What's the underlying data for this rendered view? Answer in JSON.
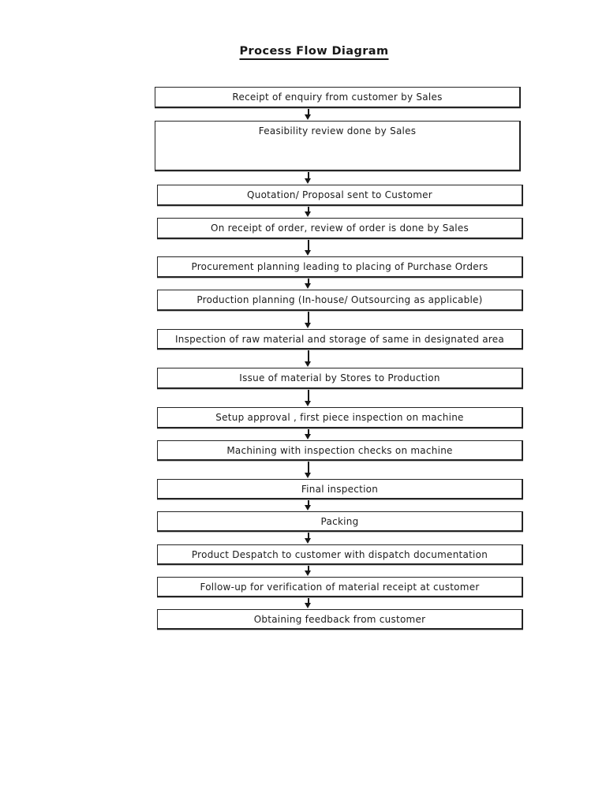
{
  "title": "Process Flow Diagram",
  "colors": {
    "page_background": "#ffffff",
    "box_border": "#242424",
    "text": "#1c1c1c"
  },
  "steps": [
    {
      "label": "Receipt of enquiry from customer by Sales"
    },
    {
      "label": "Feasibility review done by Sales"
    },
    {
      "label": "Quotation/ Proposal sent to Customer"
    },
    {
      "label": "On receipt of order, review of order is done by Sales"
    },
    {
      "label": "Procurement planning leading to placing of Purchase Orders"
    },
    {
      "label": "Production planning (In-house/ Outsourcing as applicable)"
    },
    {
      "label": "Inspection of raw material and storage of same in designated area"
    },
    {
      "label": "Issue of material by Stores to Production"
    },
    {
      "label": "Setup approval , first piece inspection on machine"
    },
    {
      "label": "Machining with inspection checks on machine"
    },
    {
      "label": "Final inspection"
    },
    {
      "label": "Packing"
    },
    {
      "label": "Product Despatch to customer with dispatch documentation"
    },
    {
      "label": "Follow-up for verification of material receipt at customer"
    },
    {
      "label": "Obtaining feedback from customer"
    }
  ]
}
